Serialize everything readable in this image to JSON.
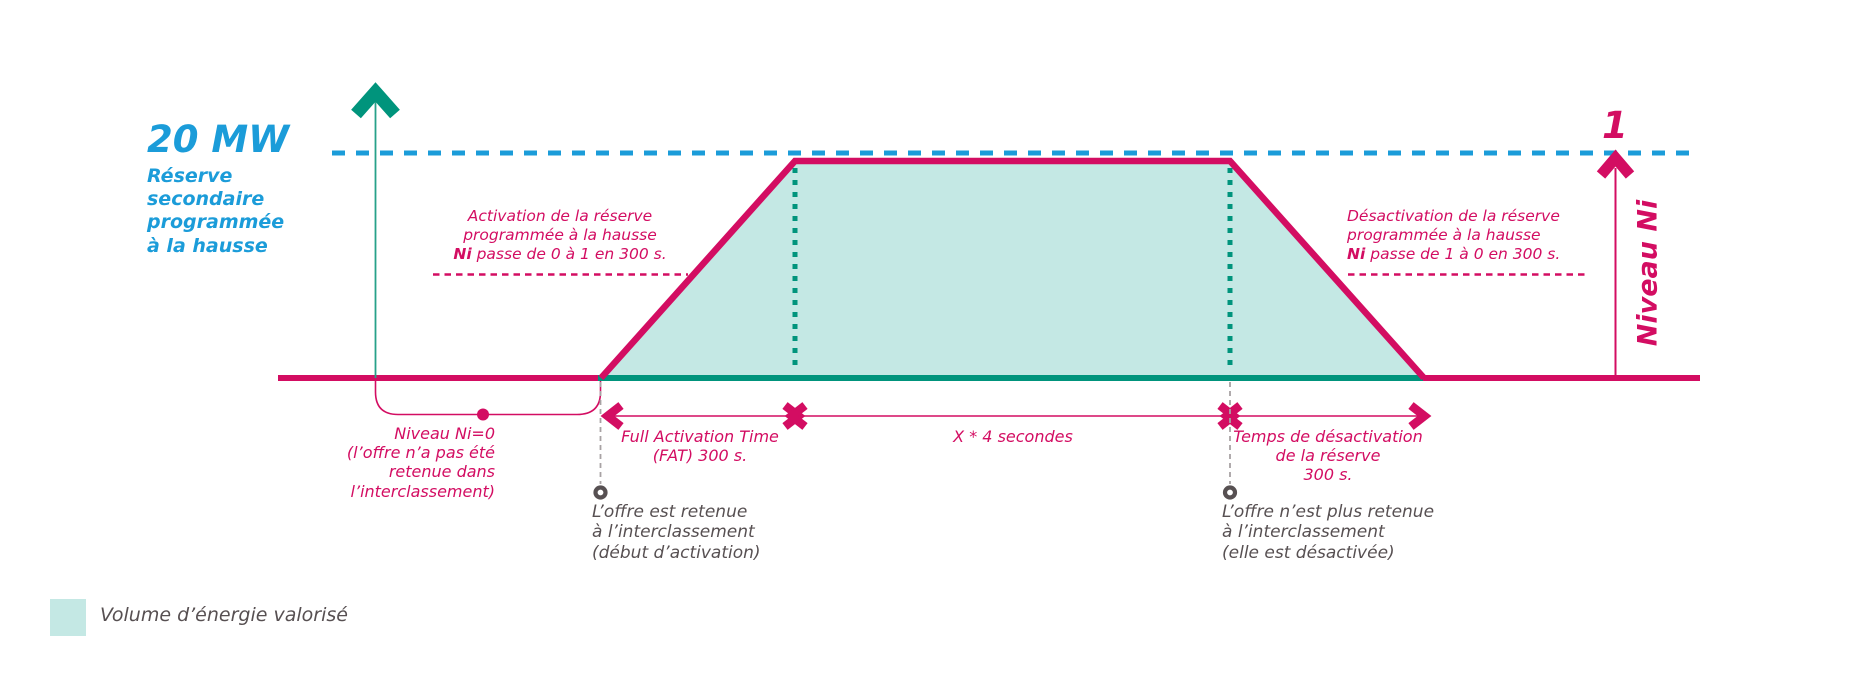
{
  "colors": {
    "accent_pink": "#d30d62",
    "accent_blue": "#1b9cd9",
    "accent_teal": "#00947c",
    "area_fill": "#c4e8e4",
    "text_dark": "#575052"
  },
  "power_axis": {
    "value_label": "20 MW",
    "description": "Réserve\nsecondaire\nprogrammée\nà la hausse"
  },
  "activation_note": {
    "line1": "Activation de la réserve",
    "line2": "programmée à la hausse",
    "ni": "Ni",
    "line3_rest": " passe de 0 à 1 en 300 s."
  },
  "deactivation_note": {
    "line1": "Désactivation de la réserve",
    "line2": "programmée à la hausse",
    "ni": "Ni",
    "line3_rest": " passe de 1 à 0 en 300 s."
  },
  "ni_zero_note": "Niveau Ni=0\n(l’offre n’a pas été\nretenue dans\nl’interclassement)",
  "timeline": {
    "fat_label": "Full Activation Time\n(FAT) 300 s.",
    "plateau_label": "X * 4 secondes",
    "deactivation_label": "Temps de désactivation\nde la réserve\n300 s."
  },
  "events": {
    "start": "L’offre est retenue\nà l’interclassement\n(début d’activation)",
    "end": "L’offre n’est plus retenue\nà l’interclassement\n(elle est désactivée)"
  },
  "ni_axis": {
    "max_value": "1",
    "label": "Niveau Ni"
  },
  "legend": {
    "label": "Volume d’énergie valorisé"
  }
}
